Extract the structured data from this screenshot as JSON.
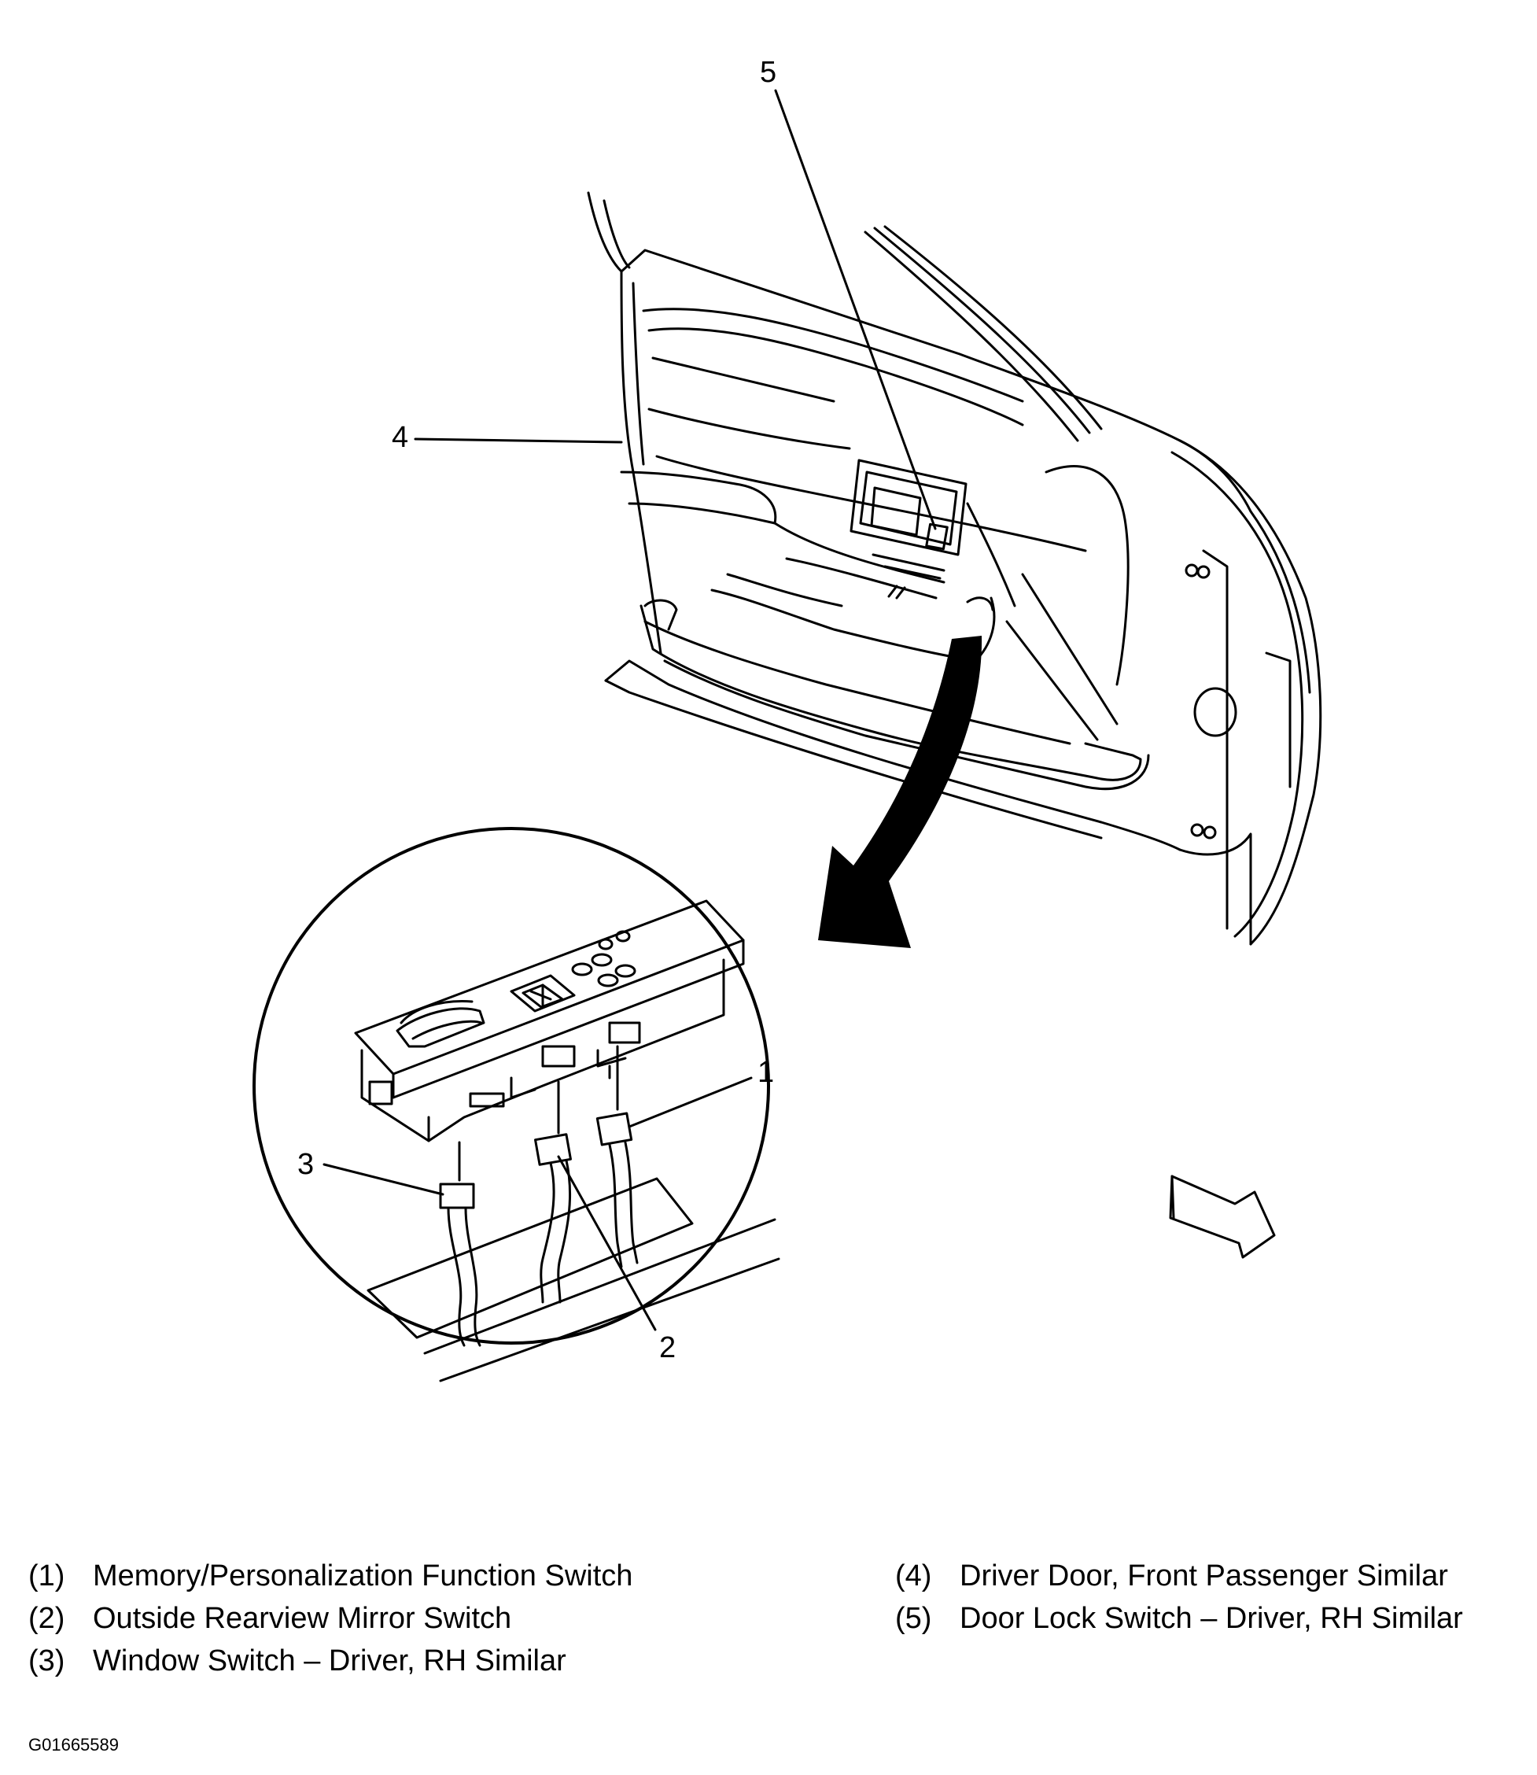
{
  "callouts": {
    "c1": "1",
    "c2": "2",
    "c3": "3",
    "c4": "4",
    "c5": "5"
  },
  "legend": {
    "left": [
      {
        "num": "(1)",
        "text": "Memory/Personalization Function Switch"
      },
      {
        "num": "(2)",
        "text": "Outside Rearview Mirror Switch"
      },
      {
        "num": "(3)",
        "text": "Window Switch – Driver, RH Similar"
      }
    ],
    "right": [
      {
        "num": "(4)",
        "text": "Driver Door, Front Passenger Similar"
      },
      {
        "num": "(5)",
        "text": "Door Lock Switch – Driver, RH Similar"
      }
    ]
  },
  "figure_id": "G01665589"
}
